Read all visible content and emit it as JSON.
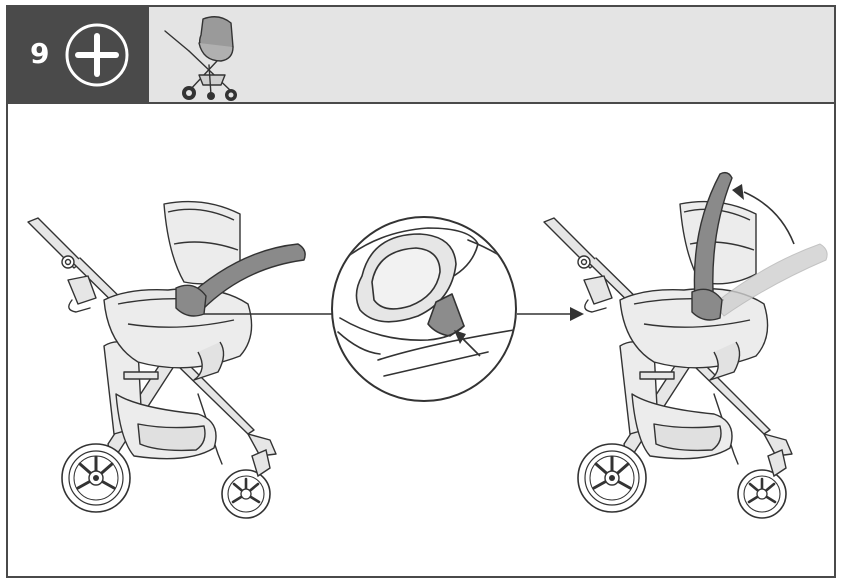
{
  "step": {
    "number": "9",
    "icon": "plus-circle-icon"
  },
  "colors": {
    "header_dark": "#4a4a4a",
    "header_light": "#e4e4e4",
    "line": "#333333",
    "fill_light": "#e6e6e6",
    "handle": "#8a8a8a",
    "highlight": "#8c8c8c"
  },
  "scenes": {
    "left": "stroller-with-car-seat-handle-down",
    "detail": "handle-pivot-detail-zoom",
    "right": "stroller-with-car-seat-handle-raised"
  }
}
